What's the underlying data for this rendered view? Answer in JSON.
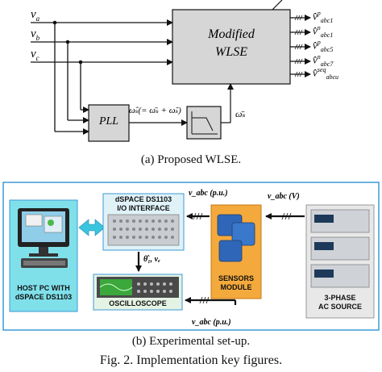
{
  "top_diagram": {
    "inputs": [
      "v",
      "v",
      "v"
    ],
    "input_subscripts": [
      "a",
      "b",
      "c"
    ],
    "main_block": [
      "Modified",
      "WLSE"
    ],
    "pll_label": "PLL",
    "omega_label": "ω̂ₛ(= ω̄ₛ + ω̃ₛ)",
    "omega_bar_label": "ω̄ₛ",
    "outputs": [
      {
        "base": "v̂",
        "sup": "p",
        "sub": "abc1"
      },
      {
        "base": "v̂",
        "sup": "n",
        "sub": "abc1"
      },
      {
        "base": "v̂",
        "sup": "p",
        "sub": "abc5"
      },
      {
        "base": "v̂",
        "sup": "n",
        "sub": "abc7"
      },
      {
        "base": "v̂",
        "sup": "seq",
        "sub": "abcu"
      }
    ]
  },
  "caption_a": "(a) Proposed WLSE.",
  "setup": {
    "host_pc_label": [
      "HOST PC WITH",
      "dSPACE DS1103"
    ],
    "dspace_label": [
      "dSPACE DS1103",
      "I/O INTERFACE"
    ],
    "sensors_label": [
      "SENSORS",
      "MODULE"
    ],
    "oscilloscope_label": "OSCILLOSCOPE",
    "source_label": [
      "3-PHASE",
      "AC SOURCE"
    ],
    "v_pu_top": "v_abc (p.u.)",
    "v_volt": "v_abc (V)",
    "v_pu_bottom": "v_abc (p.u.)",
    "theta_label": "θ̂₁, vₑ"
  },
  "caption_b": "(b) Experimental set-up.",
  "caption_fig": "Fig. 2.    Implementation key figures.",
  "colors": {
    "main_block": "#d6d6d6",
    "sensors_module": "#f4a93c",
    "host_frame": "#3c9ad6",
    "arrow_cyan": "#39c4e0",
    "monitor_screen": "#8fcde8"
  }
}
